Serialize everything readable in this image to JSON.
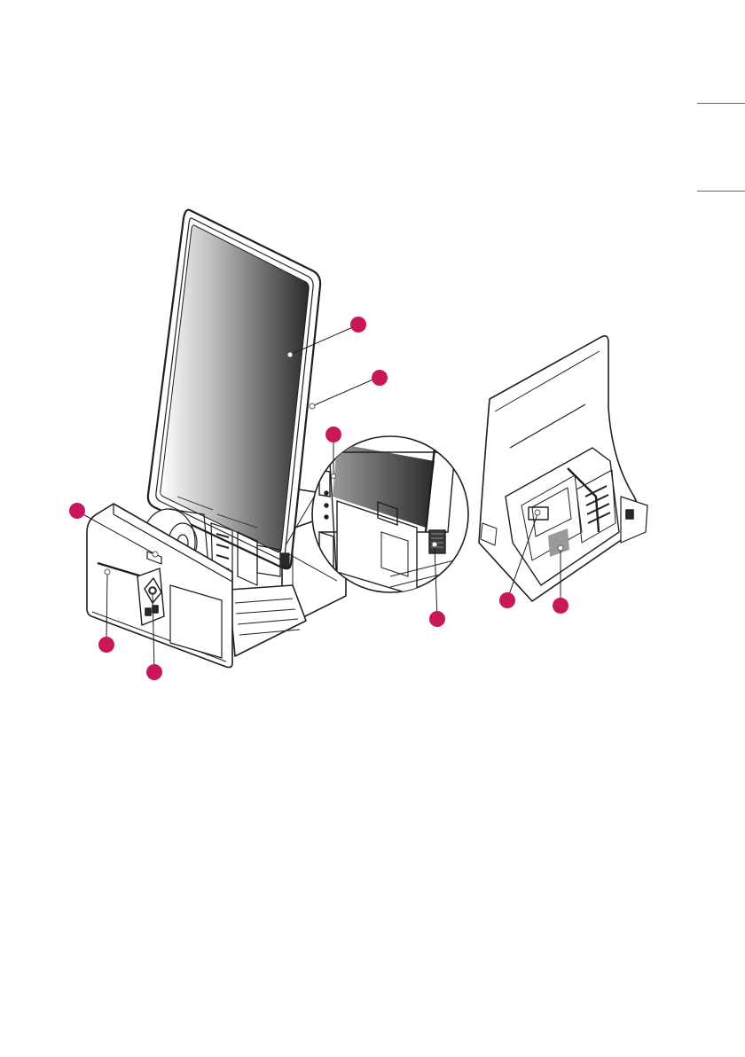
{
  "colors": {
    "marker": "#c8185a",
    "line": "#1f1f1f",
    "screen_dark": "#2a2a2a",
    "screen_light": "#ffffff",
    "page_bg": "#ffffff"
  },
  "figure": {
    "main_view": "kiosk-front-with-open-drawer",
    "detail_view": "zoomed-side-panel",
    "rear_view": "kiosk-rear-open"
  },
  "callouts": [
    {
      "id": "c1",
      "target": "touch-screen"
    },
    {
      "id": "c2",
      "target": "side-edge"
    },
    {
      "id": "c3",
      "target": "side-ports"
    },
    {
      "id": "c4",
      "target": "drawer-top"
    },
    {
      "id": "c5",
      "target": "card-slot"
    },
    {
      "id": "c6",
      "target": "drawer-lock"
    },
    {
      "id": "c7",
      "target": "speaker-grille"
    },
    {
      "id": "c8",
      "target": "rear-connector"
    },
    {
      "id": "c9",
      "target": "rear-label"
    }
  ]
}
